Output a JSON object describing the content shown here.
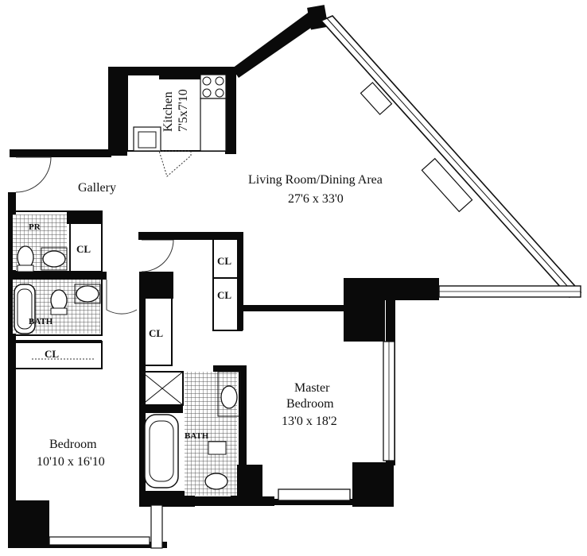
{
  "rooms": {
    "kitchen": {
      "name": "Kitchen",
      "size": "7'5x7'10"
    },
    "gallery": {
      "name": "Gallery"
    },
    "living": {
      "name": "Living Room/Dining Area",
      "size": "27'6 x 33'0"
    },
    "master": {
      "name_line1": "Master",
      "name_line2": "Bedroom",
      "size": "13'0 x 18'2"
    },
    "bedroom": {
      "name": "Bedroom",
      "size": "10'10 x 16'10"
    }
  },
  "closets": {
    "cl_powder": "CL",
    "cl_living_upper": "CL",
    "cl_living_lower": "CL",
    "cl_hall": "CL",
    "cl_bedroom": "CL"
  },
  "baths": {
    "powder": "PR",
    "bath_left": "BATH",
    "bath_master": "BATH"
  }
}
